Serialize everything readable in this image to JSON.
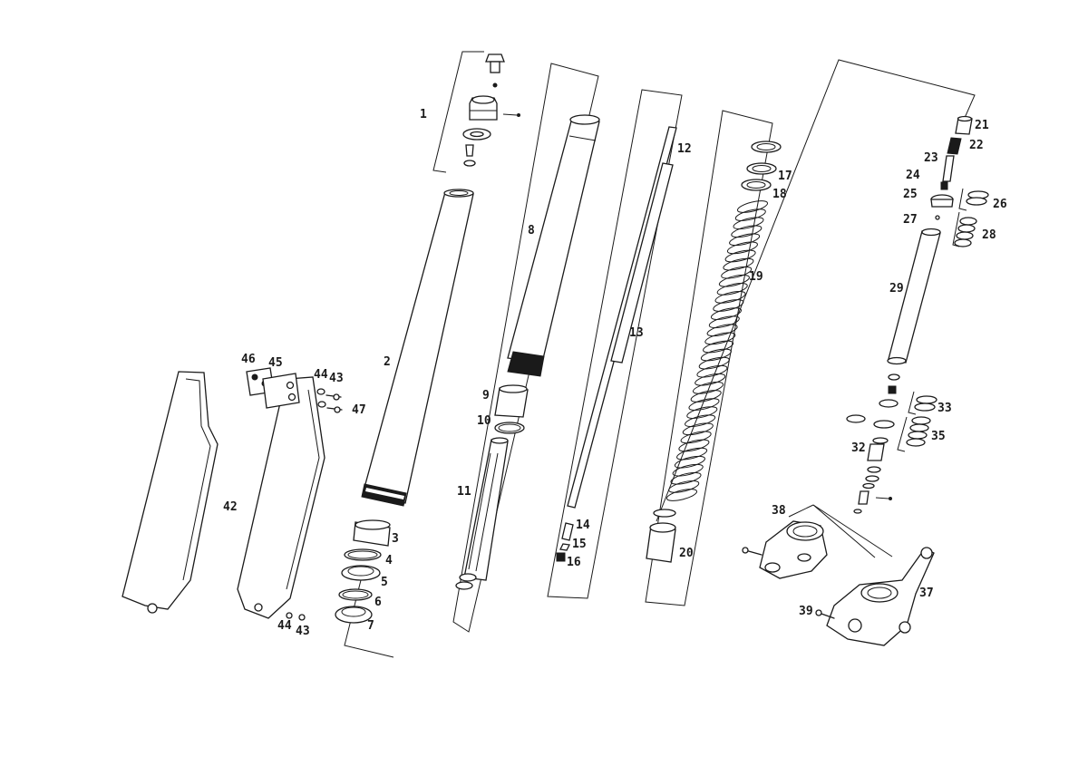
{
  "callouts": [
    {
      "id": "c1",
      "text": "1"
    },
    {
      "id": "c2",
      "text": "2"
    },
    {
      "id": "c3",
      "text": "3"
    },
    {
      "id": "c4",
      "text": "4"
    },
    {
      "id": "c5",
      "text": "5"
    },
    {
      "id": "c6",
      "text": "6"
    },
    {
      "id": "c7",
      "text": "7"
    },
    {
      "id": "c8",
      "text": "8"
    },
    {
      "id": "c9",
      "text": "9"
    },
    {
      "id": "c10",
      "text": "10"
    },
    {
      "id": "c11",
      "text": "11"
    },
    {
      "id": "c12",
      "text": "12"
    },
    {
      "id": "c13",
      "text": "13"
    },
    {
      "id": "c14",
      "text": "14"
    },
    {
      "id": "c15",
      "text": "15"
    },
    {
      "id": "c16",
      "text": "16"
    },
    {
      "id": "c17",
      "text": "17"
    },
    {
      "id": "c18",
      "text": "18"
    },
    {
      "id": "c19",
      "text": "19"
    },
    {
      "id": "c20",
      "text": "20"
    },
    {
      "id": "c21",
      "text": "21"
    },
    {
      "id": "c22",
      "text": "22"
    },
    {
      "id": "c23",
      "text": "23"
    },
    {
      "id": "c24",
      "text": "24"
    },
    {
      "id": "c25",
      "text": "25"
    },
    {
      "id": "c26",
      "text": "26"
    },
    {
      "id": "c27",
      "text": "27"
    },
    {
      "id": "c28",
      "text": "28"
    },
    {
      "id": "c29",
      "text": "29"
    },
    {
      "id": "c32",
      "text": "32"
    },
    {
      "id": "c33",
      "text": "33"
    },
    {
      "id": "c35",
      "text": "35"
    },
    {
      "id": "c37",
      "text": "37"
    },
    {
      "id": "c38",
      "text": "38"
    },
    {
      "id": "c39",
      "text": "39"
    },
    {
      "id": "c42",
      "text": "42"
    },
    {
      "id": "c43a",
      "text": "43"
    },
    {
      "id": "c43b",
      "text": "43"
    },
    {
      "id": "c44a",
      "text": "44"
    },
    {
      "id": "c44b",
      "text": "44"
    },
    {
      "id": "c45",
      "text": "45"
    },
    {
      "id": "c46",
      "text": "46"
    },
    {
      "id": "c47",
      "text": "47"
    }
  ]
}
